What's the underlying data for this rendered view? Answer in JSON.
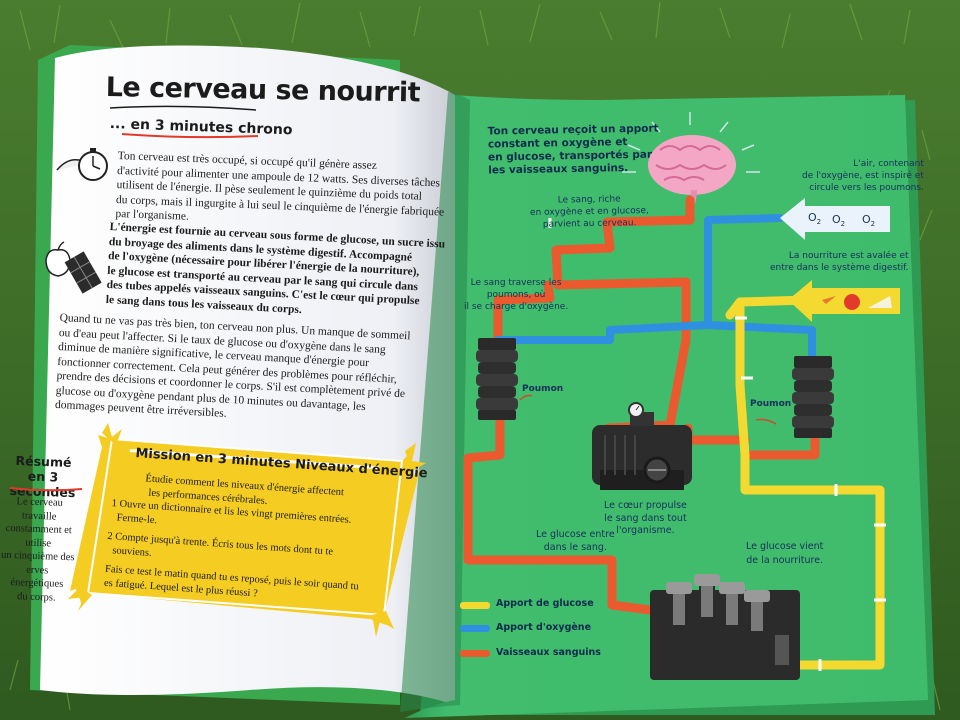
{
  "left_page": {
    "title": "Le cerveau se nourrit",
    "subtitle": "... en 3 minutes chrono",
    "para1": [
      "Ton cerveau est très occupé, si occupé qu'il génère assez",
      "d'activité pour alimenter une ampoule de 12 watts. Ses diverses tâches",
      "utilisent de l'énergie. Il pèse seulement le quinzième du poids total",
      "du corps, mais il ingurgite à lui seul le cinquième de l'énergie fabriquée",
      "par l'organisme."
    ],
    "para2": [
      "L'énergie est fournie au cerveau sous forme de glucose, un sucre issu",
      "du broyage des aliments dans le système digestif. Accompagné",
      "de l'oxygène (nécessaire pour libérer l'énergie de la nourriture),",
      "le glucose est transporté au cerveau par le sang qui circule dans",
      "des tubes appelés vaisseaux sanguins. C'est le cœur qui propulse",
      "le sang dans tous les vaisseaux du corps."
    ],
    "para3": [
      "Quand tu ne vas pas très bien, ton cerveau non plus. Un manque de sommeil",
      "ou d'eau peut l'affecter. Si le taux de glucose ou d'oxygène dans le sang",
      "diminue de manière significative, le cerveau manque d'énergie pour",
      "fonctionner correctement. Cela peut générer des problèmes pour réfléchir,",
      "prendre des décisions et coordonner le corps. S'il est complètement privé de",
      "glucose ou d'oxygène pendant plus de 10 minutes ou davantage, les",
      "dommages peuvent être irréversibles."
    ],
    "mission": {
      "title": "Mission en 3 minutes  Niveaux d'énergie",
      "lines": [
        "Étudie comment les niveaux d'énergie affectent",
        "les performances cérébrales.",
        "1 Ouvre un dictionnaire et lis les vingt premières entrées.",
        "Ferme-le.",
        "2 Compte jusqu'à trente. Écris tous les mots dont tu te",
        "souviens.",
        "Fais ce test le matin quand tu es reposé, puis le soir quand tu",
        "es fatigué. Lequel est le plus réussi ?"
      ]
    },
    "resume": {
      "title_line1": "Résumé",
      "title_line2": "en 3 secondes",
      "lines": [
        "Le cerveau travaille",
        "constamment et utilise",
        "un cinquième des",
        "erves énergétiques",
        "du corps."
      ]
    }
  },
  "right_page": {
    "intro": [
      "Ton cerveau reçoit un apport",
      "constant en oxygène et",
      "en glucose, transportés par",
      "les vaisseaux sanguins."
    ],
    "sang_riche": [
      "Le sang, riche",
      "en oxygène et en glucose,",
      "parvient au cerveau."
    ],
    "air": [
      "L'air, contenant",
      "de l'oxygène, est inspiré et",
      "circule vers les poumons."
    ],
    "o2_labels": [
      "O",
      "O",
      "O"
    ],
    "o2_sub": "2",
    "nourriture": [
      "La nourriture est avalée et",
      "entre dans le système digestif."
    ],
    "sang_traverse": [
      "Le sang traverse les",
      "poumons, où",
      "il se charge d'oxygène."
    ],
    "poumon_left": "Poumon",
    "poumon_right": "Poumon",
    "coeur": [
      "Le cœur propulse",
      "le sang dans tout",
      "l'organisme."
    ],
    "glucose_entre": [
      "Le glucose entre",
      "dans le sang."
    ],
    "glucose_vient": [
      "Le glucose vient",
      "de la nourriture."
    ],
    "legend": [
      {
        "label": "Apport de glucose",
        "color": "#f4d930"
      },
      {
        "label": "Apport d'oxygène",
        "color": "#2f8fe0"
      },
      {
        "label": "Vaisseaux sanguins",
        "color": "#ea5a2e"
      }
    ]
  },
  "colors": {
    "page_green": "#3fbb6c",
    "left_page": "#f6f7fb",
    "mission_yellow": "#f5cd22",
    "glucose": "#f4d930",
    "oxygen": "#2f8fe0",
    "blood": "#ea5a2e"
  }
}
